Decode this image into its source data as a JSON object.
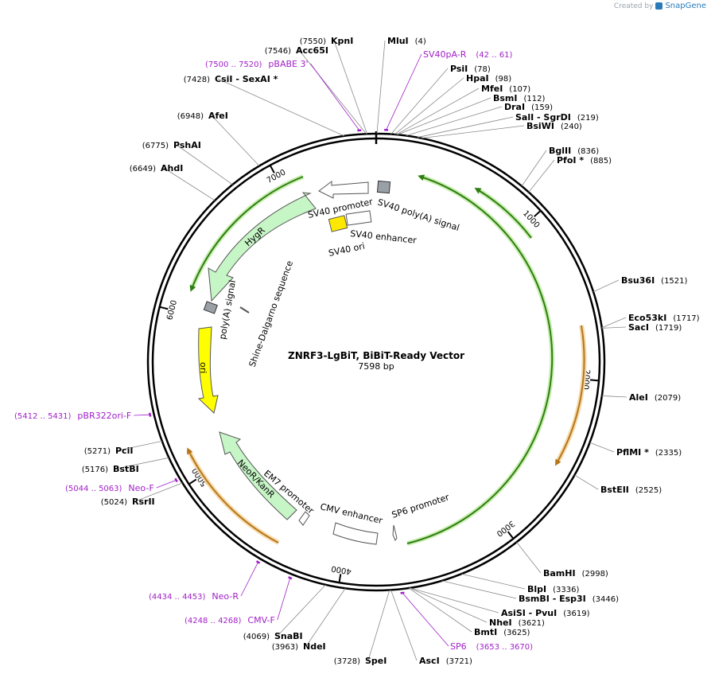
{
  "credit": {
    "prefix": "Created by",
    "brand": "SnapGene"
  },
  "title": {
    "name": "ZNRF3-LgBiT, BiBiT-Ready Vector",
    "length": "7598 bp"
  },
  "plasmid_length": 7598,
  "ticks": [
    {
      "pos": 1000,
      "label": "1000"
    },
    {
      "pos": 2000,
      "label": "2000"
    },
    {
      "pos": 3000,
      "label": "3000"
    },
    {
      "pos": 4000,
      "label": "4000"
    },
    {
      "pos": 5000,
      "label": "5000"
    },
    {
      "pos": 6000,
      "label": "6000"
    },
    {
      "pos": 7000,
      "label": "7000"
    }
  ],
  "enzymes": [
    {
      "name": "KpnI",
      "pos": "(7550)",
      "site": 7550
    },
    {
      "name": "Acc65I",
      "pos": "(7546)",
      "site": 7546
    },
    {
      "name": "CsiI  - SexAI *",
      "pos": "(7428)",
      "site": 7428
    },
    {
      "name": "AfeI",
      "pos": "(6948)",
      "site": 6948
    },
    {
      "name": "PshAI",
      "pos": "(6775)",
      "site": 6775
    },
    {
      "name": "AhdI",
      "pos": "(6649)",
      "site": 6649
    },
    {
      "name": "MluI",
      "pos": "(4)",
      "site": 4
    },
    {
      "name": "PsiI",
      "pos": "(78)",
      "site": 78
    },
    {
      "name": "HpaI",
      "pos": "(98)",
      "site": 98
    },
    {
      "name": "MfeI",
      "pos": "(107)",
      "site": 107
    },
    {
      "name": "BsmI",
      "pos": "(112)",
      "site": 112
    },
    {
      "name": "DraI",
      "pos": "(159)",
      "site": 159
    },
    {
      "name": "SalI  - SgrDI",
      "pos": "(219)",
      "site": 219
    },
    {
      "name": "BsiWI",
      "pos": "(240)",
      "site": 240
    },
    {
      "name": "BglII",
      "pos": "(836)",
      "site": 836
    },
    {
      "name": "PfoI *",
      "pos": "(885)",
      "site": 885
    },
    {
      "name": "Bsu36I",
      "pos": "(1521)",
      "site": 1521
    },
    {
      "name": "Eco53kI",
      "pos": "(1717)",
      "site": 1717
    },
    {
      "name": "SacI",
      "pos": "(1719)",
      "site": 1719
    },
    {
      "name": "AleI",
      "pos": "(2079)",
      "site": 2079
    },
    {
      "name": "PflMI *",
      "pos": "(2335)",
      "site": 2335
    },
    {
      "name": "BstEII",
      "pos": "(2525)",
      "site": 2525
    },
    {
      "name": "BamHI",
      "pos": "(2998)",
      "site": 2998
    },
    {
      "name": "BlpI",
      "pos": "(3336)",
      "site": 3336
    },
    {
      "name": "BsmBI  - Esp3I",
      "pos": "(3446)",
      "site": 3446
    },
    {
      "name": "AsiSI  - PvuI",
      "pos": "(3619)",
      "site": 3619
    },
    {
      "name": "NheI",
      "pos": "(3621)",
      "site": 3621
    },
    {
      "name": "BmtI",
      "pos": "(3625)",
      "site": 3625
    },
    {
      "name": "AscI",
      "pos": "(3721)",
      "site": 3721
    },
    {
      "name": "SpeI",
      "pos": "(3728)",
      "site": 3728
    },
    {
      "name": "NdeI",
      "pos": "(3963)",
      "site": 3963
    },
    {
      "name": "SnaBI",
      "pos": "(4069)",
      "site": 4069
    },
    {
      "name": "RsrII",
      "pos": "(5024)",
      "site": 5024
    },
    {
      "name": "BstBI",
      "pos": "(5176)",
      "site": 5176
    },
    {
      "name": "PciI",
      "pos": "(5271)",
      "site": 5271
    }
  ],
  "primers": [
    {
      "name": "pBABE 3'",
      "range": "(7500 .. 7520)",
      "site": 7510
    },
    {
      "name": "SV40pA-R",
      "range": "(42 .. 61)",
      "site": 52
    },
    {
      "name": "SP6",
      "range": "(3653 .. 3670)",
      "site": 3662
    },
    {
      "name": "Neo-R",
      "range": "(4434 .. 4453)",
      "site": 4444
    },
    {
      "name": "CMV-F",
      "range": "(4248 .. 4268)",
      "site": 4258
    },
    {
      "name": "Neo-F",
      "range": "(5044 .. 5063)",
      "site": 5054
    },
    {
      "name": "pBR322ori-F",
      "range": "(5412 .. 5431)",
      "site": 5422
    }
  ],
  "features": [
    {
      "name": "SV40 poly(A) signal"
    },
    {
      "name": "SV40 promoter"
    },
    {
      "name": "SV40 enhancer"
    },
    {
      "name": "SV40 ori"
    },
    {
      "name": "HygR"
    },
    {
      "name": "poly(A) signal"
    },
    {
      "name": "Shine-Dalgarno sequence"
    },
    {
      "name": "ori"
    },
    {
      "name": "NeoR/KanR"
    },
    {
      "name": "EM7 promoter"
    },
    {
      "name": "CMV enhancer"
    },
    {
      "name": "SP6 promoter"
    }
  ],
  "colors": {
    "backbone": "#000000",
    "green_arc": "#2f7d12",
    "green_glow": "#c9efb0",
    "orange_arc": "#b5761b",
    "orange_glow": "#f6d9a8",
    "primer": "#a020c8",
    "hygr_fill": "#c6f5c6",
    "ori_fill": "#ffff00",
    "sv40ori_fill": "#ffe800",
    "grey_fill": "#9aa0a6"
  }
}
